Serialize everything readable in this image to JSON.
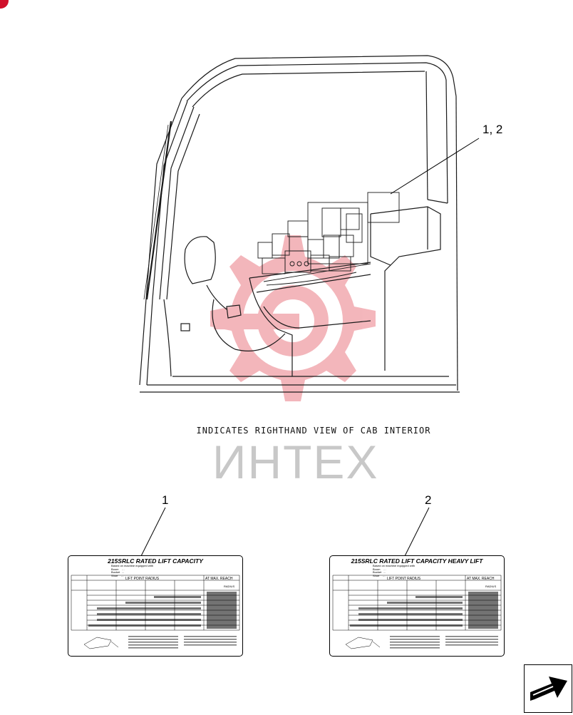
{
  "callouts": {
    "main": "1, 2",
    "decal_1": "1",
    "decal_2": "2"
  },
  "caption": "INDICATES RIGHTHAND VIEW OF CAB INTERIOR",
  "watermark": {
    "text": "ИНТЕХ",
    "color": "#e03040"
  },
  "decal_1": {
    "title": "215SRLC RATED LIFT CAPACITY",
    "subtitle": "Based on machine equipped with\nBoom    …\nBucket  …\nShoe    …",
    "lift_radius_label": "LIFT POINT RADIUS",
    "max_reach_label": "AT MAX. REACH",
    "radius_label": "RADIUS"
  },
  "decal_2": {
    "title": "215SRLC RATED LIFT CAPACITY HEAVY LIFT",
    "subtitle": "Based on machine equipped with\nBoom    …\nBucket  …\nShoe    …",
    "lift_radius_label": "LIFT POINT RADIUS",
    "max_reach_label": "AT MAX. REACH",
    "radius_label": "RADIUS"
  },
  "colors": {
    "line": "#1a1a1a",
    "accent": "#d0102a"
  },
  "icons": {
    "nav": "next-page-arrow-icon",
    "corner": "corner-badge-icon"
  }
}
